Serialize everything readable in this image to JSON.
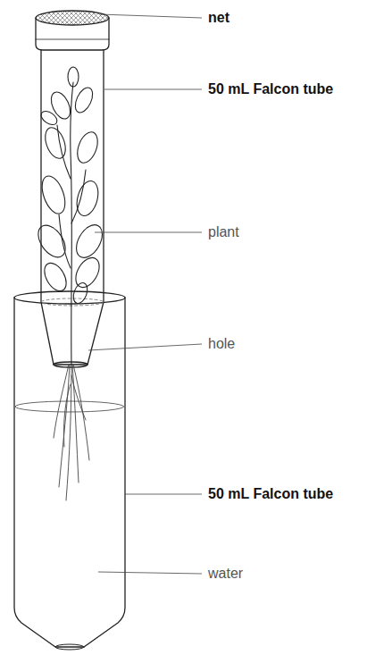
{
  "diagram": {
    "labels": [
      "net",
      "50 mL Falcon tube",
      "plant",
      "hole",
      "50 mL Falcon tube",
      "water"
    ]
  }
}
